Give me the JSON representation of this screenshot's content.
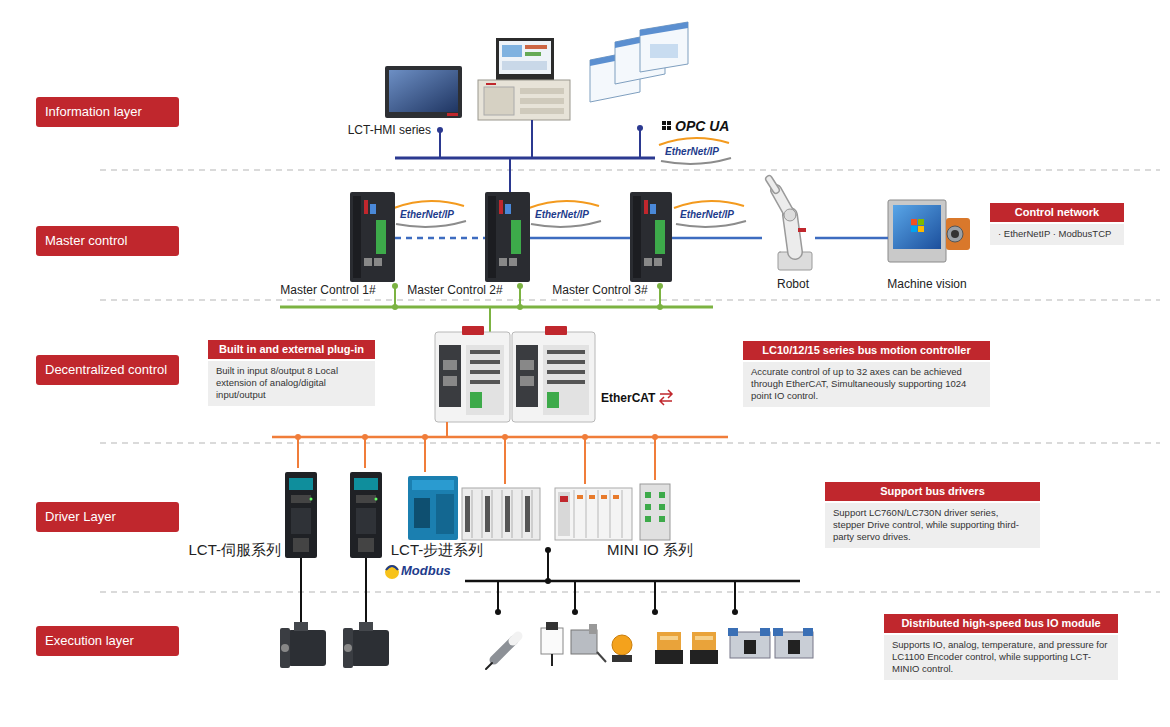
{
  "diagram": {
    "nodes": [
      {
        "text": [
          "Information layer"
        ]
      },
      {
        "text": [
          "LCT-HMI series"
        ]
      },
      {
        "text": [
          "Master control"
        ]
      },
      {
        "text": [
          "Master Control 1#"
        ]
      },
      {
        "text": [
          "Master Control 2#"
        ]
      },
      {
        "text": [
          "Master Control 3#"
        ]
      },
      {
        "text": [
          "Robot"
        ]
      },
      {
        "text": [
          "Machine vision"
        ]
      },
      {
        "text": [
          "Control network",
          "· EtherNetIP · ModbusTCP"
        ]
      },
      {
        "text": [
          "Decentralized control"
        ]
      },
      {
        "text": [
          "Built in and external plug-in",
          "Built in input 8/output 8 Local extension of analog/digital input/output"
        ]
      },
      {
        "text": [
          "LC10/12/15 series bus motion controller",
          "Accurate control of up to 32 axes can be achieved through EtherCAT, Simultaneously supporting 1024 point IO control."
        ]
      },
      {
        "text": [
          "Driver Layer"
        ]
      },
      {
        "text": [
          "Support bus drivers",
          "Support LC760N/LC730N driver series, stepper Drive control, while supporting third-party servo drives."
        ]
      },
      {
        "text": [
          "LCT-伺服系列"
        ]
      },
      {
        "text": [
          "LCT-步进系列"
        ]
      },
      {
        "text": [
          "MINI IO 系列"
        ]
      },
      {
        "text": [
          "Execution layer"
        ]
      },
      {
        "text": [
          "Distributed high-speed bus IO module",
          "Supports IO, analog, temperature, and pressure for LC1100 Encoder control, while supporting LCT-MINIO control."
        ]
      }
    ],
    "edges": [
      {
        "from": 3,
        "to": 4,
        "arrow": "none"
      },
      {
        "from": 4,
        "to": 5,
        "arrow": "none"
      },
      {
        "from": 5,
        "to": 6,
        "arrow": "none"
      },
      {
        "from": 6,
        "to": 7,
        "arrow": "none"
      }
    ],
    "labels": [
      "OPC UA",
      "EtherNet/IP",
      "EtherNet/IP",
      "EtherNet/IP",
      "EtherNet/IP",
      "EtherCAT",
      "Modbus"
    ]
  }
}
